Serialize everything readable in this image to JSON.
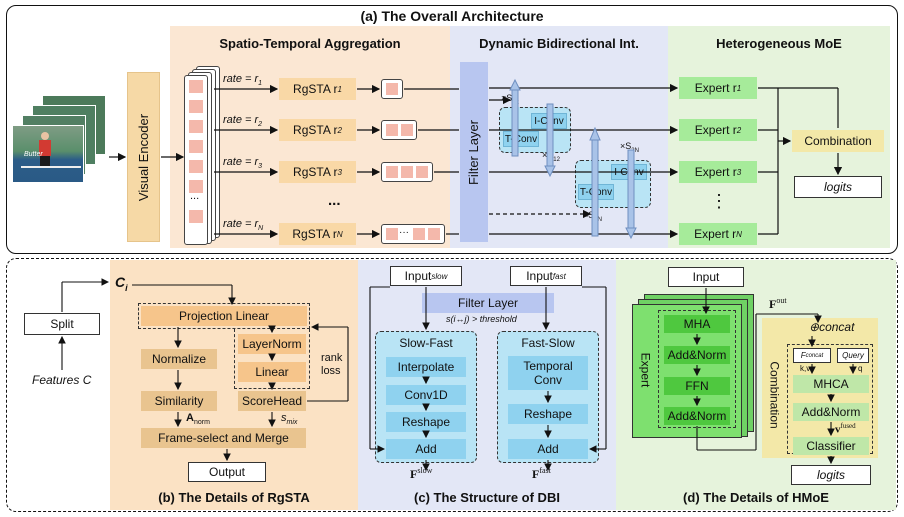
{
  "top": {
    "title": "(a) The Overall Architecture",
    "sta_header": "Spatio-Temporal Aggregation",
    "dbi_header": "Dynamic Bidirectional Int.",
    "moe_header": "Heterogeneous MoE",
    "visual_encoder": "Visual Encoder",
    "video_caption": "Butter",
    "rates": [
      "rate = r",
      "rate = r",
      "rate = r",
      "rate = r"
    ],
    "rate_subs": [
      "1",
      "2",
      "3",
      "N"
    ],
    "rgsta": [
      "RgSTA r",
      "RgSTA r",
      "RgSTA r",
      "RgSTA r"
    ],
    "rgsta_subs": [
      "1",
      "2",
      "3",
      "N"
    ],
    "ellipsis": "...",
    "filter_layer": "Filter Layer",
    "tconv": "T-Conv",
    "iconv": "I-Conv",
    "scales": [
      "×S",
      "×S",
      "×S",
      "×S"
    ],
    "scale_subs": [
      "12",
      "12",
      "2N",
      "2N"
    ],
    "experts": [
      "Expert r",
      "Expert r",
      "Expert r",
      "Expert r"
    ],
    "expert_subs": [
      "1",
      "2",
      "3",
      "N"
    ],
    "vdots": "⋮",
    "combination": "Combination",
    "logits": "logits"
  },
  "rgsta": {
    "split": "Split",
    "features": "Features C",
    "ci": "C",
    "ci_sub": "i",
    "projection": "Projection Linear",
    "normalize": "Normalize",
    "layernorm": "LayerNorm",
    "linear": "Linear",
    "rank_loss": "rank loss",
    "similarity": "Similarity",
    "scorehead": "ScoreHead",
    "a_norm": "A",
    "a_norm_sub": "norm",
    "s_mix": "s",
    "s_mix_sub": "mix",
    "frame_select": "Frame-select and Merge",
    "output": "Output",
    "caption": "(b) The Details of RgSTA"
  },
  "dbi": {
    "input_slow": "Input",
    "input_slow_sub": "slow",
    "input_fast": "Input",
    "input_fast_sub": "fast",
    "filter_layer": "Filter Layer",
    "threshold": "s(i↔j) > threshold",
    "slow_fast": "Slow-Fast",
    "interpolate": "Interpolate",
    "conv1d": "Conv1D",
    "reshape_l": "Reshape",
    "add_l": "Add",
    "fast_slow": "Fast-Slow",
    "temporal": "Temporal",
    "conv": "Conv",
    "reshape_r": "Reshape",
    "add_r": "Add",
    "f_slow": "F",
    "f_slow_sup": "slow",
    "f_fast": "F",
    "f_fast_sup": "fast",
    "caption": "(c) The Structure of DBI"
  },
  "hmoe": {
    "input": "Input",
    "mha": "MHA",
    "addnorm1": "Add&Norm",
    "ffn": "FFN",
    "addnorm2": "Add&Norm",
    "expert": "Expert",
    "f_out": "F",
    "f_out_sup": "out",
    "concat": "concat",
    "f_concat": "F",
    "f_concat_sub": "concat",
    "query": "Query",
    "kv": "k,v",
    "q": "q",
    "mhca": "MHCA",
    "addnorm3": "Add&Norm",
    "v_fused": "v",
    "v_fused_sup": "fused",
    "classifier": "Classifier",
    "combination": "Combination",
    "logits": "logits",
    "caption": "(d) The Details of HMoE"
  }
}
